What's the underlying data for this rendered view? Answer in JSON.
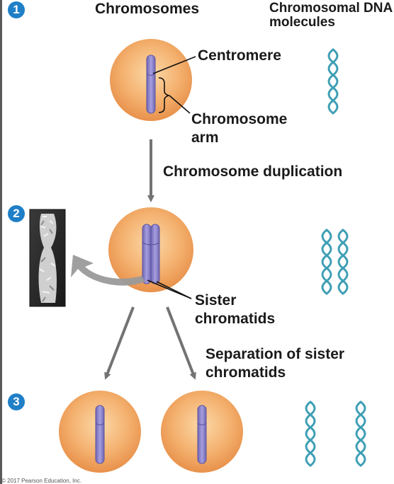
{
  "headers": {
    "chromosomes": "Chromosomes",
    "dna_molecules": "Chromosomal DNA molecules"
  },
  "steps": [
    "1",
    "2",
    "3"
  ],
  "labels": {
    "centromere": "Centromere",
    "chromosome_arm_line1": "Chromosome",
    "chromosome_arm_line2": "arm",
    "duplication": "Chromosome duplication",
    "sister_line1": "Sister",
    "sister_line2": "chromatids",
    "separation_line1": "Separation of sister",
    "separation_line2": "chromatids"
  },
  "credit": "© 2017 Pearson Education, Inc.",
  "colors": {
    "cell": "#f3ad6a",
    "chromosome": "#8c83c9",
    "dna": "#3f9fb5",
    "arrow": "#737373",
    "step_badge": "#1f7fc7"
  }
}
